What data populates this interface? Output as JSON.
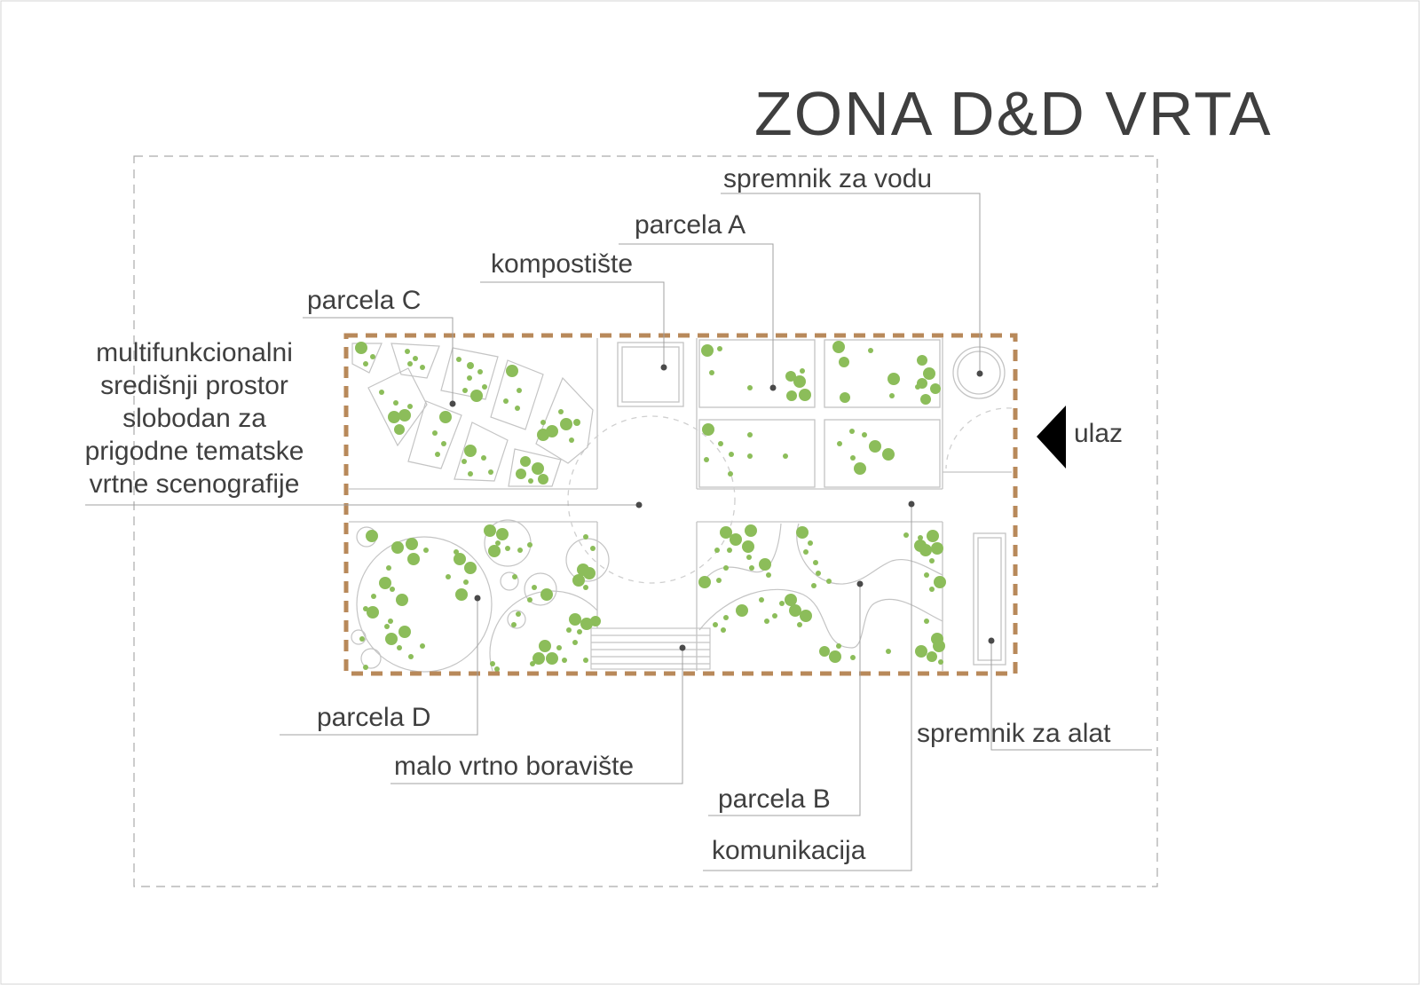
{
  "title": "ZONA D&D VRTA",
  "colors": {
    "text": "#3f3f3f",
    "boundary": "#b8895a",
    "plant": "#8cbd5a",
    "line": "#bdbdbd",
    "leader": "#9a9a9a"
  },
  "labels": {
    "spremnik_voda": "spremnik za vodu",
    "parcela_a": "parcela A",
    "kompostiste": "kompostište",
    "parcela_c": "parcela C",
    "multi": [
      "multifunkcionalni",
      "središnji prostor",
      "slobodan za",
      "prigodne tematske",
      "vrtne scenografije"
    ],
    "ulaz": "ulaz",
    "parcela_d": "parcela D",
    "boraviste": "malo vrtno boravište",
    "spremnik_alat": "spremnik za alat",
    "parcela_b": "parcela B",
    "komunikacija": "komunikacija"
  },
  "icons": {
    "entrance": "entrance-arrow-icon",
    "water_tank": "water-tank-icon",
    "compost": "compost-bin-icon",
    "tool_shed": "tool-storage-icon",
    "bench": "garden-bench-icon"
  }
}
